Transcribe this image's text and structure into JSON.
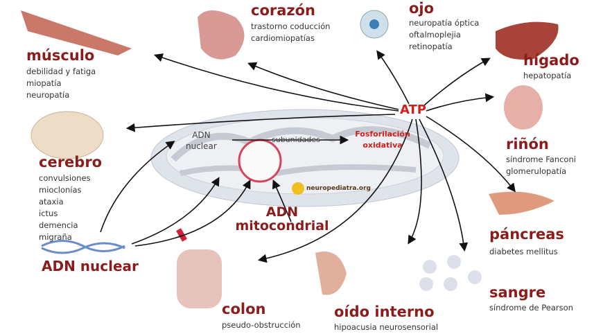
{
  "organs": {
    "musculo": {
      "title": "músculo",
      "items": [
        "debilidad y fatiga",
        "miopatía",
        "neuropatía"
      ]
    },
    "corazon": {
      "title": "corazón",
      "items": [
        "trastorno coducción",
        "cardiomiopatías"
      ]
    },
    "ojo": {
      "title": "ojo",
      "items": [
        "neuropatía óptica",
        "oftalmoplejia",
        "retinopatía"
      ]
    },
    "higado": {
      "title": "hígado",
      "items": [
        "hepatopatía"
      ]
    },
    "rinon": {
      "title": "riñón",
      "items": [
        "síndrome Fanconi",
        "glomerulopatía"
      ]
    },
    "cerebro": {
      "title": "cerebro",
      "items": [
        "convulsiones",
        "mioclonías",
        "ataxia",
        "ictus",
        "demencia",
        "migraña"
      ]
    },
    "pancreas": {
      "title": "páncreas",
      "items": [
        "diabetes mellitus"
      ]
    },
    "sangre": {
      "title": "sangre",
      "items": [
        "síndrome de Pearson"
      ]
    },
    "colon": {
      "title": "colon",
      "items": [
        "pseudo-obstrucción"
      ]
    },
    "oido": {
      "title": "oído interno",
      "items": [
        "hipoacusia neurosensorial"
      ]
    }
  },
  "center": {
    "atp": "ATP",
    "adn_nuclear_inner": "ADN\nnuclear",
    "subunidades": "subunidades",
    "fosforilacion": "Fosforilación oxidativa",
    "adn_mito": "ADN mitocondrial",
    "watermark": "neuropediatra.org"
  },
  "adn_nuclear": "ADN nuclear",
  "colors": {
    "title": "#8b1c1c",
    "accent": "#d0201c"
  }
}
